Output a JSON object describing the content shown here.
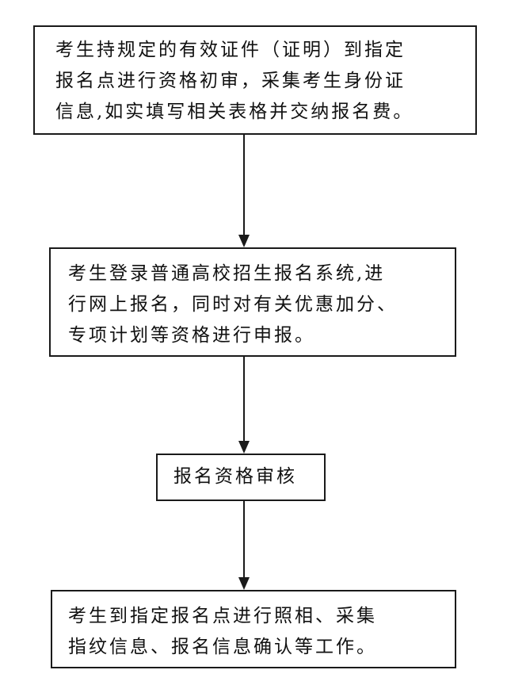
{
  "flowchart": {
    "steps": [
      {
        "id": "step-1",
        "text": "考生持规定的有效证件（证明）到指定\n报名点进行资格初审，采集考生身份证\n信息,如实填写相关表格并交纳报名费。"
      },
      {
        "id": "step-2",
        "text": "考生登录普通高校招生报名系统,进\n行网上报名，同时对有关优惠加分、\n专项计划等资格进行申报。"
      },
      {
        "id": "step-3",
        "text": "报名资格审核"
      },
      {
        "id": "step-4",
        "text": "考生到指定报名点进行照相、采集\n指纹信息、报名信息确认等工作。"
      }
    ]
  },
  "colors": {
    "line": "#1a1a1a",
    "text": "#111111",
    "background": "#ffffff"
  }
}
